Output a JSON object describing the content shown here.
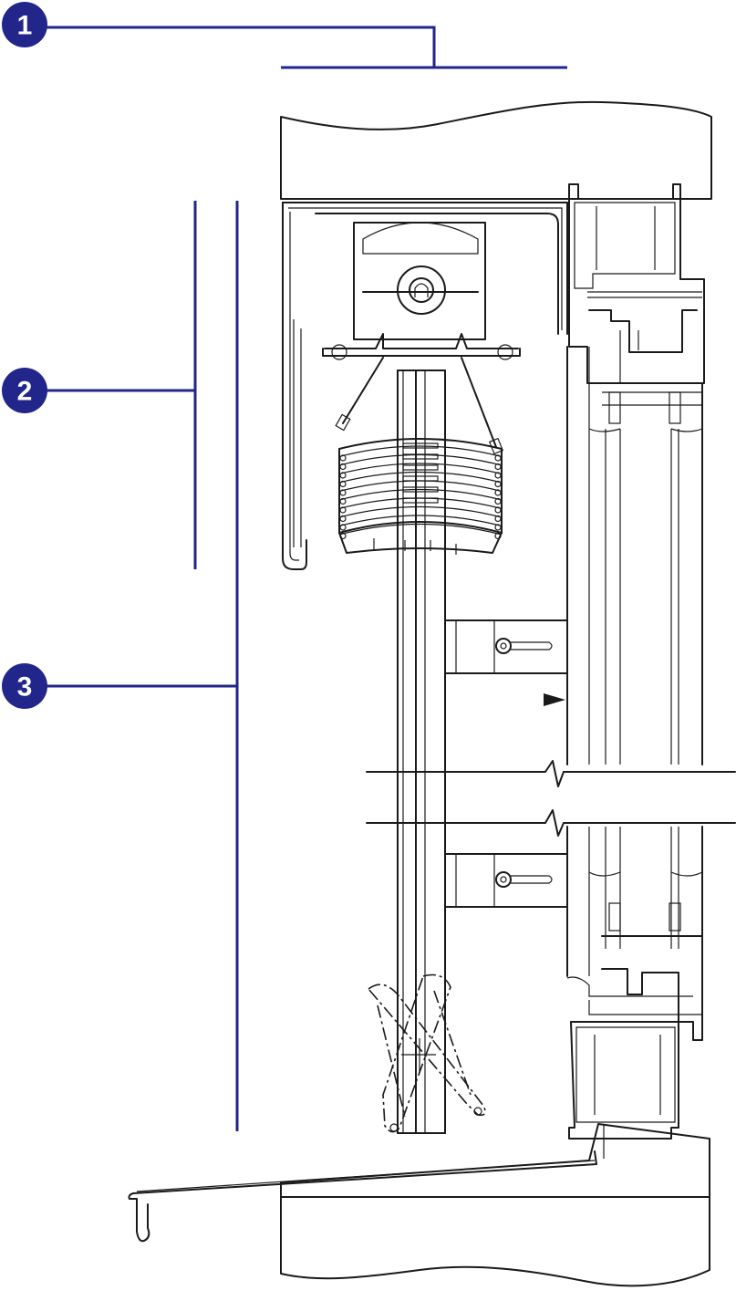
{
  "callouts": [
    {
      "label": "1"
    },
    {
      "label": "2"
    },
    {
      "label": "3"
    }
  ],
  "colors": {
    "callout": "#22268a",
    "line": "#1a1a1a",
    "background": "#ffffff"
  }
}
